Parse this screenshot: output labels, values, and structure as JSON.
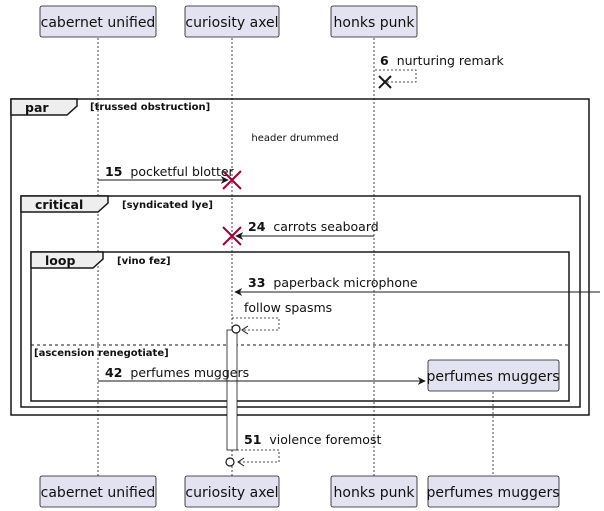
{
  "participants": {
    "p1": "cabernet unified",
    "p2": "curiosity axel",
    "p3": "honks punk",
    "p4": "perfumes muggers"
  },
  "fragments": {
    "par": {
      "keyword": "par",
      "condition": "[trussed obstruction]"
    },
    "critical": {
      "keyword": "critical",
      "condition": "[syndicated lye]"
    },
    "loop": {
      "keyword": "loop",
      "condition": "[vino fez]"
    },
    "else_condition": "[ascension renegotiate]"
  },
  "messages": {
    "m6": {
      "num": "6",
      "text": "nurturing remark"
    },
    "divider": "header drummed",
    "m15": {
      "num": "15",
      "text": "pocketful blotter"
    },
    "m24": {
      "num": "24",
      "text": "carrots seaboard"
    },
    "m33": {
      "num": "33",
      "text": "paperback microphone"
    },
    "self": {
      "text": "follow spasms"
    },
    "m42": {
      "num": "42",
      "text": "perfumes muggers"
    },
    "m51": {
      "num": "51",
      "text": "violence foremost"
    }
  },
  "colors": {
    "participant_fill": "#e2e2f0",
    "participant_border": "#181818",
    "destroy": "#a80036"
  }
}
